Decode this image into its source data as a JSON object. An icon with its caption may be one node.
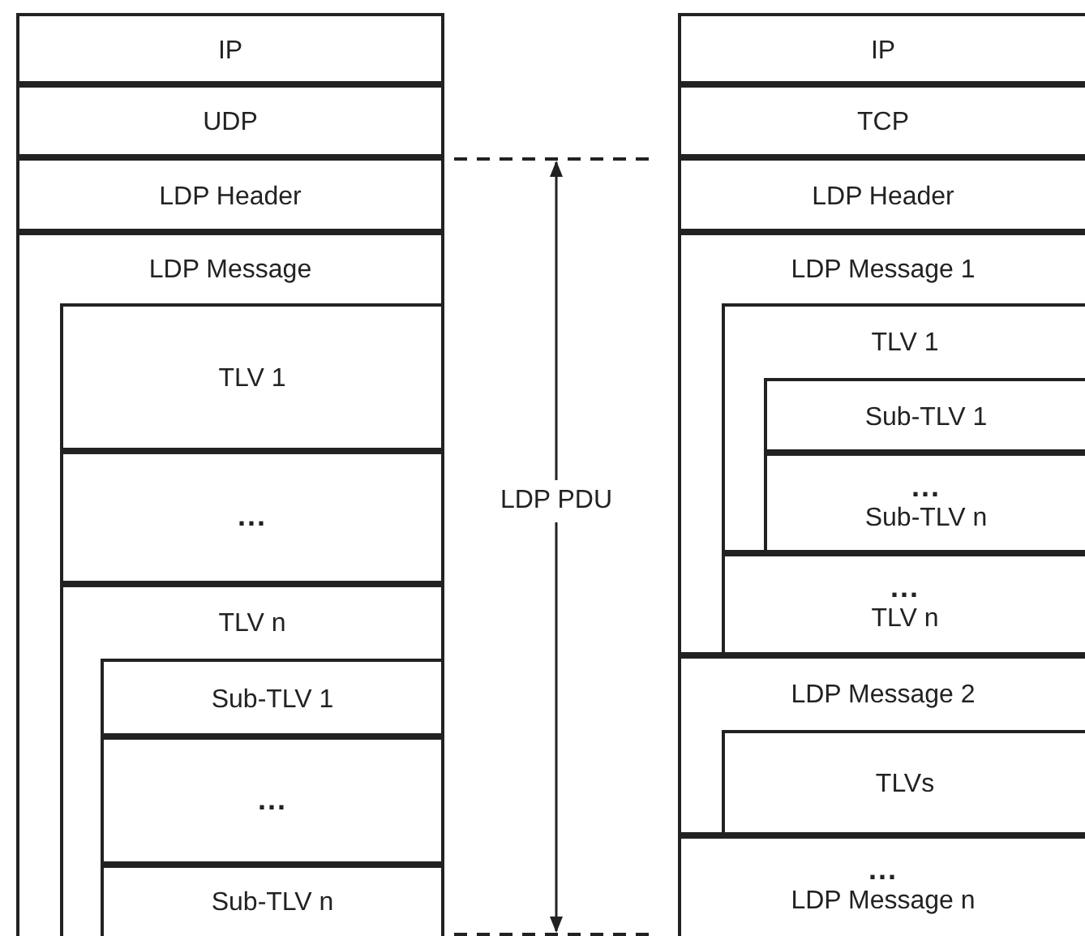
{
  "diagram": {
    "nodes": [
      {
        "text": [
          "IP"
        ]
      },
      {
        "text": [
          "UDP"
        ]
      },
      {
        "text": [
          "LDP Header"
        ]
      },
      {
        "text": [
          "LDP Message"
        ]
      },
      {
        "text": [
          "TLV 1"
        ],
        "in": 3
      },
      {
        "text": [
          "..."
        ],
        "in": 3
      },
      {
        "text": [
          "TLV n"
        ],
        "in": 3
      },
      {
        "text": [
          "Sub-TLV 1"
        ],
        "in": 6
      },
      {
        "text": [
          "..."
        ],
        "in": 6
      },
      {
        "text": [
          "Sub-TLV n"
        ],
        "in": 6
      },
      {
        "text": [
          "IP"
        ]
      },
      {
        "text": [
          "TCP"
        ]
      },
      {
        "text": [
          "LDP Header"
        ]
      },
      {
        "text": [
          "LDP Message 1"
        ]
      },
      {
        "text": [
          "TLV 1"
        ],
        "in": 13
      },
      {
        "text": [
          "Sub-TLV 1"
        ],
        "in": 14
      },
      {
        "text": [
          "...",
          "Sub-TLV n"
        ],
        "in": 14
      },
      {
        "text": [
          "...",
          "TLV n"
        ],
        "in": 13
      },
      {
        "text": [
          "LDP Message 2"
        ]
      },
      {
        "text": [
          "TLVs"
        ],
        "in": 18
      },
      {
        "text": [
          "...",
          "LDP Message n"
        ]
      }
    ],
    "edges": [],
    "labels": [
      "LDP PDU"
    ]
  }
}
